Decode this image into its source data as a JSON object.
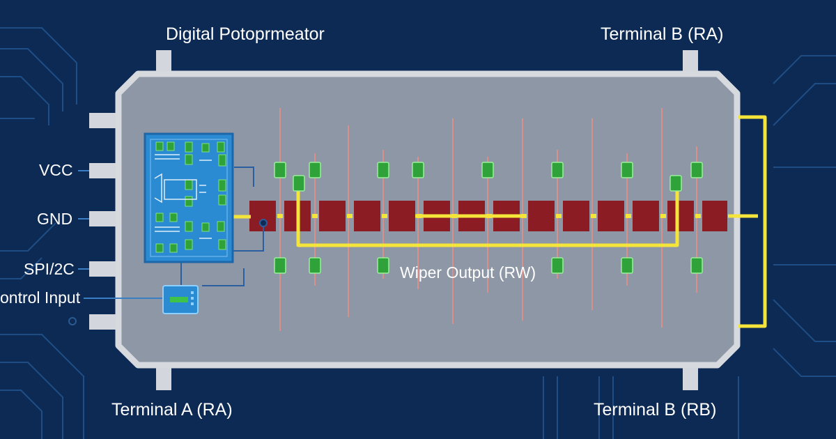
{
  "title": "Digital Potoprmeator",
  "terminals": {
    "top_right": "Terminal B (RA)",
    "bottom_left": "Terminal A (RA)",
    "bottom_right": "Terminal B (RB)"
  },
  "pins": {
    "vcc": "VCC",
    "gnd": "GND",
    "spi": "SPI/2C",
    "control": "ontrol Input"
  },
  "wiper_label": "Wiper Output (RW)",
  "colors": {
    "background": "#0d2a55",
    "trace": "#1e4e85",
    "chip_body": "#8e97a6",
    "chip_border": "#d6d9de",
    "resistor": "#8b1c24",
    "wire": "#f5e43a",
    "switch": "#2fa23a",
    "control_block": "#2a8ad2",
    "pin": "#d3d6dc"
  }
}
